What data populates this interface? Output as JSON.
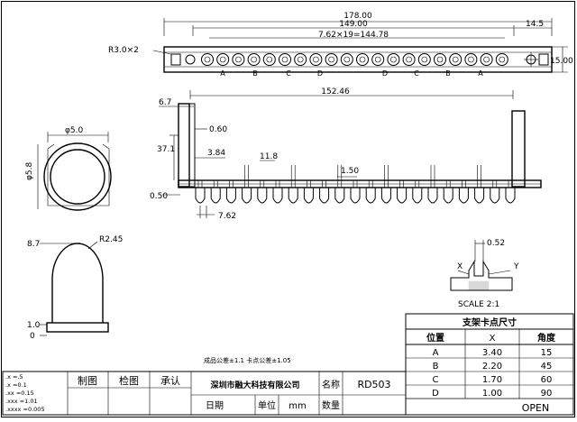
{
  "top_view": {
    "dim_overall": "178.00",
    "dim_pitch_span": "149.00",
    "dim_pitch_formula": "7.62×19=144.78",
    "dim_side": "14.5",
    "dim_height": "15.00",
    "hole_radius": "R3.0×2",
    "position_letters": [
      "A",
      "B",
      "C",
      "D",
      "D",
      "C",
      "B",
      "A"
    ]
  },
  "side_view": {
    "dim_length": "152.46",
    "dim_top": "6.7",
    "dim_offset": "0.60",
    "dim_height": "37.1",
    "dim_bar": "3.84",
    "dim_tall_pin": "11.8",
    "dim_pin_width": "1.50",
    "dim_bottom": "0.50",
    "dim_pitch": "7.62"
  },
  "led_top": {
    "dim_inner": "φ5.0",
    "dim_outer": "φ5.8"
  },
  "led_side": {
    "dim_radius": "R2.45",
    "dim_top": "8.7",
    "dim_base_top": "1.0",
    "dim_base": "0"
  },
  "detail": {
    "dim_gap": "0.52",
    "axis_x": "X",
    "axis_y": "Y",
    "scale": "SCALE 2:1"
  },
  "spec_table": {
    "title": "支架卡点尺寸",
    "headers": [
      "位置",
      "X",
      "角度"
    ],
    "rows": [
      {
        "pos": "A",
        "x": "3.40",
        "angle": "15"
      },
      {
        "pos": "B",
        "x": "2.20",
        "angle": "45"
      },
      {
        "pos": "C",
        "x": "1.70",
        "angle": "60"
      },
      {
        "pos": "D",
        "x": "1.00",
        "angle": "90"
      }
    ]
  },
  "tolerance_note": "成品公差±1.1 卡点公差±1.05",
  "title_block": {
    "tol_lines": [
      ".x   =.5",
      ".x   =0.1",
      ".xx  =0.15",
      ".xxx =1.01",
      ".xxxx =0.005"
    ],
    "drawn": "制图",
    "checked": "检图",
    "approved": "承认",
    "company": "深圳市融大科技有限公司",
    "name_label": "名称",
    "name_value": "RD503",
    "date_label": "日期",
    "unit_label": "单位",
    "unit_value": "mm",
    "qty_label": "数量",
    "status": "OPEN"
  },
  "colors": {
    "line": "#000000",
    "status": "#2e8b2e"
  }
}
